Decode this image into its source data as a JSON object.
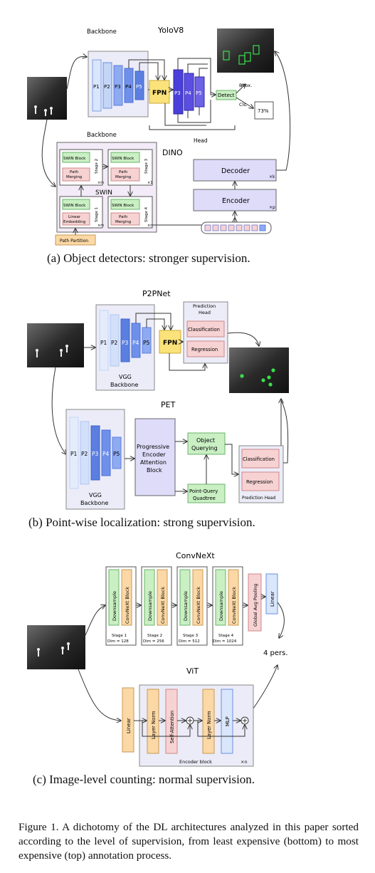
{
  "panel_a": {
    "title_yolo": "YoloV8",
    "backbone_top": "Backbone",
    "backbone_mid": "Backbone",
    "p_levels": [
      "P1",
      "P2",
      "P3",
      "P4",
      "P5"
    ],
    "fpn": "FPN",
    "head_levels": [
      "P3",
      "P4",
      "P5"
    ],
    "detect": "Detect",
    "bbox": "Bbox.",
    "cls": "Cls.",
    "percent": "73%",
    "head": "Head",
    "title_dino": "DINO",
    "swin": "SWIN",
    "swin_block": "SWIN Block",
    "path_merging_line1": "Path",
    "path_merging_line2": "Merging",
    "linear_line1": "Linear",
    "linear_line2": "Embedding",
    "stage_1": "Stage 1",
    "stage_2": "Stage 2",
    "stage_3": "Stage 3",
    "stage_4": "Stage 4",
    "xm": "×m",
    "x1": "×1",
    "xn": "×n",
    "path_partition": "Path Partition",
    "decoder": "Decoder",
    "encoder": "Encoder",
    "xk": "×k",
    "xp": "×p",
    "caption": "(a) Object detectors: stronger supervision."
  },
  "panel_b": {
    "title_p2p": "P2PNet",
    "p_levels": [
      "P1",
      "P2",
      "P3",
      "P4",
      "P5"
    ],
    "fpn": "FPN",
    "vgg_line1": "VGG",
    "vgg_line2": "Backbone",
    "prediction_head_line1": "Prediction",
    "prediction_head_line2": "Head",
    "classification": "Classification",
    "regression": "Regression",
    "title_pet": "PET",
    "pea_lines": [
      "Progressive",
      "Encoder",
      "Attention",
      "Block"
    ],
    "object_querying_line1": "Object",
    "object_querying_line2": "Querying",
    "pq_line1": "Point-Query",
    "pq_line2": "Quadtree",
    "prediction_head": "Prediction Head",
    "caption": "(b) Point-wise localization: strong supervision."
  },
  "panel_c": {
    "title_convnext": "ConvNeXt",
    "downsample": "Downsample",
    "convnext_block": "ConvNeXt Block",
    "stages": [
      {
        "name": "Stage 1",
        "dim": "Dim = 128"
      },
      {
        "name": "Stage 2",
        "dim": "Dim = 256"
      },
      {
        "name": "Stage 3",
        "dim": "Dim = 512"
      },
      {
        "name": "Stage 4",
        "dim": "Dim = 1024"
      }
    ],
    "gap": "Global Avg Pooling",
    "linear": "Linear",
    "count": "4 pers.",
    "title_vit": "ViT",
    "vit_linear": "Linear",
    "layer_norm": "Layer Norm",
    "self_attention": "Self-Attention",
    "mlp": "MLP",
    "encoder_block": "Encoder block",
    "xn": "×n",
    "caption": "(c) Image-level counting: normal supervision."
  },
  "figure_caption": "Figure 1. A dichotomy of the DL architectures analyzed in this paper sorted according to the level of supervision, from least expensive (bottom) to most expensive (top) annotation process.",
  "colors": {
    "blue_stage": "#5b7fe0",
    "deep_blue": "#4a3fd9",
    "light_blue": "#d9e6fb",
    "fpn_yellow": "#fbe27a",
    "green": "#c9efc3",
    "pink": "#f7d2d2",
    "lilac": "#dedcf9",
    "orange": "#fbd8a5",
    "panel_bg": "#ececf8"
  }
}
